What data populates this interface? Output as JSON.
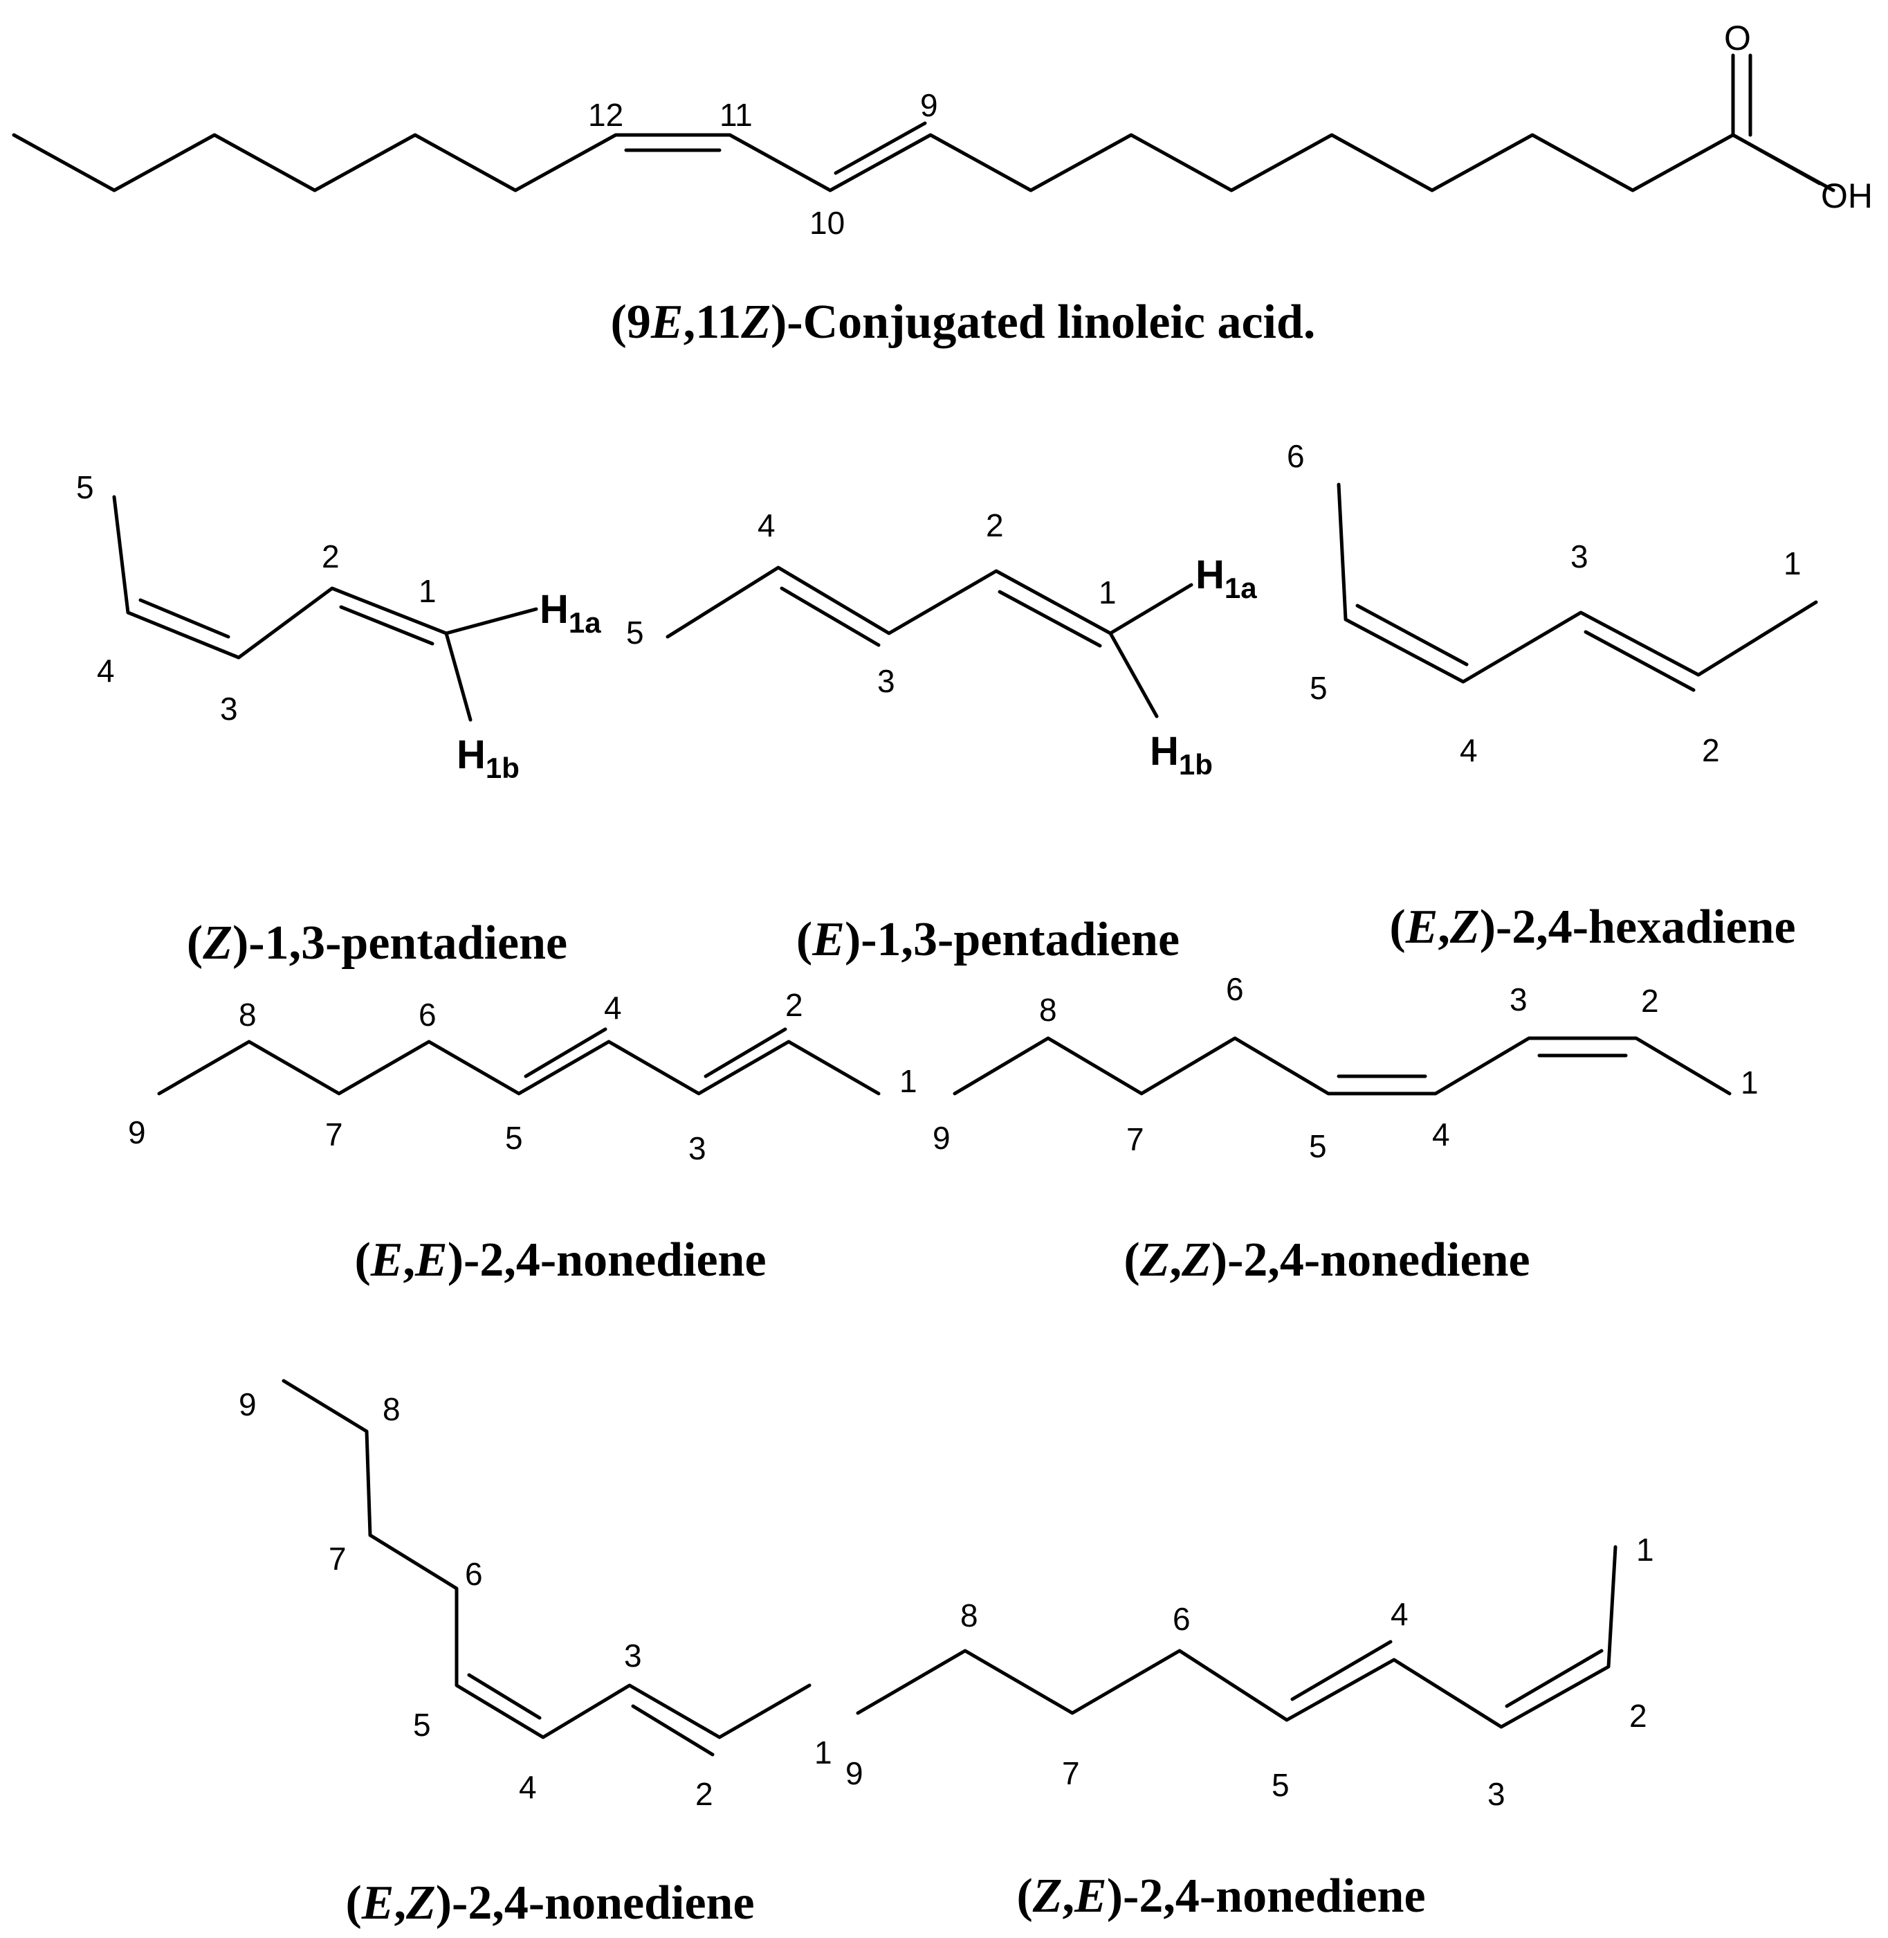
{
  "molecules": {
    "cla": {
      "caption": "(9E,11Z)-Conjugated linoleic acid.",
      "caption_parts": [
        "(9",
        "E",
        ",11",
        "Z",
        ")-Conjugated linoleic acid."
      ],
      "labels": [
        "12",
        "11",
        "9",
        "10"
      ],
      "atoms": [
        "O",
        "OH"
      ]
    },
    "z_pentadiene": {
      "caption": "(Z)-1,3-pentadiene",
      "caption_parts": [
        "(",
        "Z",
        ")-1,3-pentadiene"
      ],
      "labels": [
        "5",
        "2",
        "1",
        "4",
        "3"
      ],
      "h1a": "H",
      "h1a_sub": "1a",
      "h1b": "H",
      "h1b_sub": "1b"
    },
    "e_pentadiene": {
      "caption": "(E)-1,3-pentadiene",
      "caption_parts": [
        "(",
        "E",
        ")-1,3-pentadiene"
      ],
      "labels": [
        "4",
        "2",
        "1",
        "5",
        "3"
      ],
      "h1a": "H",
      "h1a_sub": "1a",
      "h1b": "H",
      "h1b_sub": "1b"
    },
    "ez_hexadiene": {
      "caption": "(E,Z)-2,4-hexadiene",
      "caption_parts": [
        "(",
        "E",
        ",",
        "Z",
        ")-2,4-hexadiene"
      ],
      "labels": [
        "6",
        "3",
        "1",
        "5",
        "4",
        "2"
      ]
    },
    "ee_nonediene": {
      "caption": "(E,E)-2,4-nonediene",
      "caption_parts": [
        "(",
        "E",
        ",",
        "E",
        ")-2,4-nonediene"
      ],
      "labels": [
        "8",
        "6",
        "4",
        "2",
        "1",
        "9",
        "7",
        "5",
        "3"
      ]
    },
    "zz_nonediene": {
      "caption": "(Z,Z)-2,4-nonediene",
      "caption_parts": [
        "(",
        "Z",
        ",",
        "Z",
        ")-2,4-nonediene"
      ],
      "labels": [
        "8",
        "6",
        "3",
        "2",
        "1",
        "9",
        "7",
        "5",
        "4"
      ]
    },
    "ez_nonediene": {
      "caption": "(E,Z)-2,4-nonediene",
      "caption_parts": [
        "(",
        "E",
        ",",
        "Z",
        ")-2,4-nonediene"
      ],
      "labels": [
        "9",
        "8",
        "7",
        "6",
        "3",
        "5",
        "4",
        "2",
        "1"
      ]
    },
    "ze_nonediene": {
      "caption": "(Z,E)-2,4-nonediene",
      "caption_parts": [
        "(",
        "Z",
        ",",
        "E",
        ")-2,4-nonediene"
      ],
      "labels": [
        "1",
        "8",
        "6",
        "4",
        "2",
        "9",
        "7",
        "5",
        "3"
      ]
    }
  }
}
